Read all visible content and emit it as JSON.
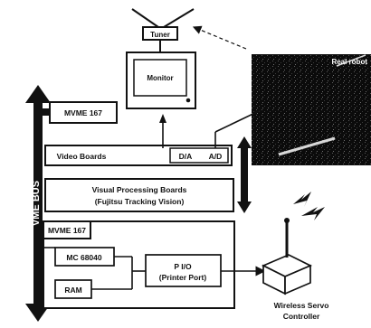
{
  "bus_label": "VME BUS",
  "components": {
    "tuner": "Tuner",
    "monitor": "Monitor",
    "real_robot": "Real robot",
    "mvme167_top": "MVME 167",
    "video_boards": "Video Boards",
    "da": "D/A",
    "ad": "A/D",
    "visual_processing_line1": "Visual Processing Boards",
    "visual_processing_line2": "(Fujitsu Tracking Vision)",
    "mvme167_bottom": "MVME 167",
    "mc68040": "MC 68040",
    "ram": "RAM",
    "pio_line1": "P I/O",
    "pio_line2": "(Printer Port)",
    "wireless_line1": "Wireless Servo",
    "wireless_line2": "Controller"
  },
  "colors": {
    "ink": "#111111",
    "paper": "#ffffff",
    "photo": "#0b0b0b"
  }
}
